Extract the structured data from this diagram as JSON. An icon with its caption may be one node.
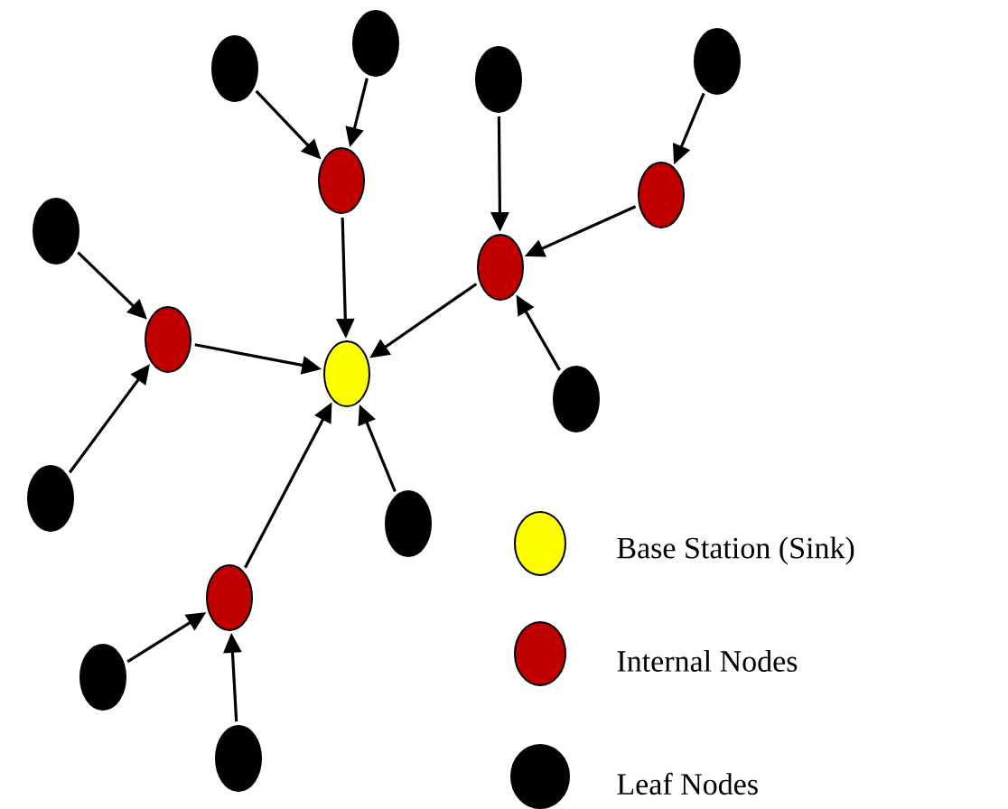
{
  "diagram": {
    "nodes": [
      {
        "text": [],
        "shape": "ellipse"
      },
      {
        "text": [],
        "shape": "ellipse"
      },
      {
        "text": [],
        "shape": "ellipse"
      },
      {
        "text": [],
        "shape": "ellipse"
      },
      {
        "text": [],
        "shape": "ellipse"
      },
      {
        "text": [],
        "shape": "ellipse"
      },
      {
        "text": [],
        "shape": "ellipse"
      },
      {
        "text": [],
        "shape": "ellipse"
      },
      {
        "text": [],
        "shape": "ellipse"
      },
      {
        "text": [],
        "shape": "ellipse"
      },
      {
        "text": [],
        "shape": "ellipse"
      },
      {
        "text": [],
        "shape": "ellipse"
      },
      {
        "text": [],
        "shape": "ellipse"
      },
      {
        "text": [],
        "shape": "ellipse"
      },
      {
        "text": [],
        "shape": "ellipse"
      },
      {
        "text": [],
        "shape": "ellipse"
      }
    ],
    "edges": [
      {
        "from": 2,
        "to": 4,
        "arrow": "to"
      },
      {
        "from": 0,
        "to": 4,
        "arrow": "to"
      },
      {
        "from": 4,
        "to": 9,
        "arrow": "to"
      },
      {
        "from": 3,
        "to": 7,
        "arrow": "to"
      },
      {
        "from": 1,
        "to": 5,
        "arrow": "to"
      },
      {
        "from": 5,
        "to": 7,
        "arrow": "to"
      },
      {
        "from": 7,
        "to": 9,
        "arrow": "to"
      },
      {
        "from": 10,
        "to": 7,
        "arrow": "to"
      },
      {
        "from": 6,
        "to": 8,
        "arrow": "to"
      },
      {
        "from": 11,
        "to": 8,
        "arrow": "to"
      },
      {
        "from": 8,
        "to": 9,
        "arrow": "to"
      },
      {
        "from": 12,
        "to": 9,
        "arrow": "to"
      },
      {
        "from": 13,
        "to": 9,
        "arrow": "to"
      },
      {
        "from": 14,
        "to": 13,
        "arrow": "to"
      },
      {
        "from": 15,
        "to": 13,
        "arrow": "to"
      }
    ],
    "legend": [
      {
        "text": "Base Station (Sink)",
        "color": "#ffff00"
      },
      {
        "text": "Internal Nodes",
        "color": "#c00000"
      },
      {
        "text": "Leaf Nodes",
        "color": "#000000"
      }
    ]
  }
}
